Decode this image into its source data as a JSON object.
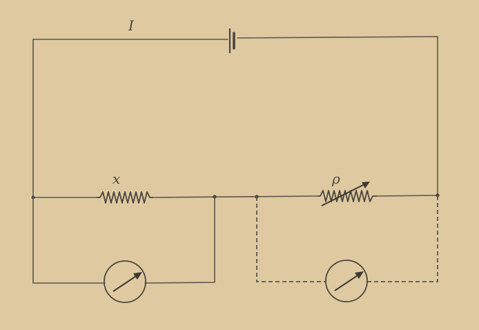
{
  "diagram": {
    "battery_label": "I",
    "resistor_x_label": "x",
    "rheostat_label": "ρ"
  },
  "colors": {
    "paper": "#dfc9a0",
    "ink": "#4a453d"
  }
}
